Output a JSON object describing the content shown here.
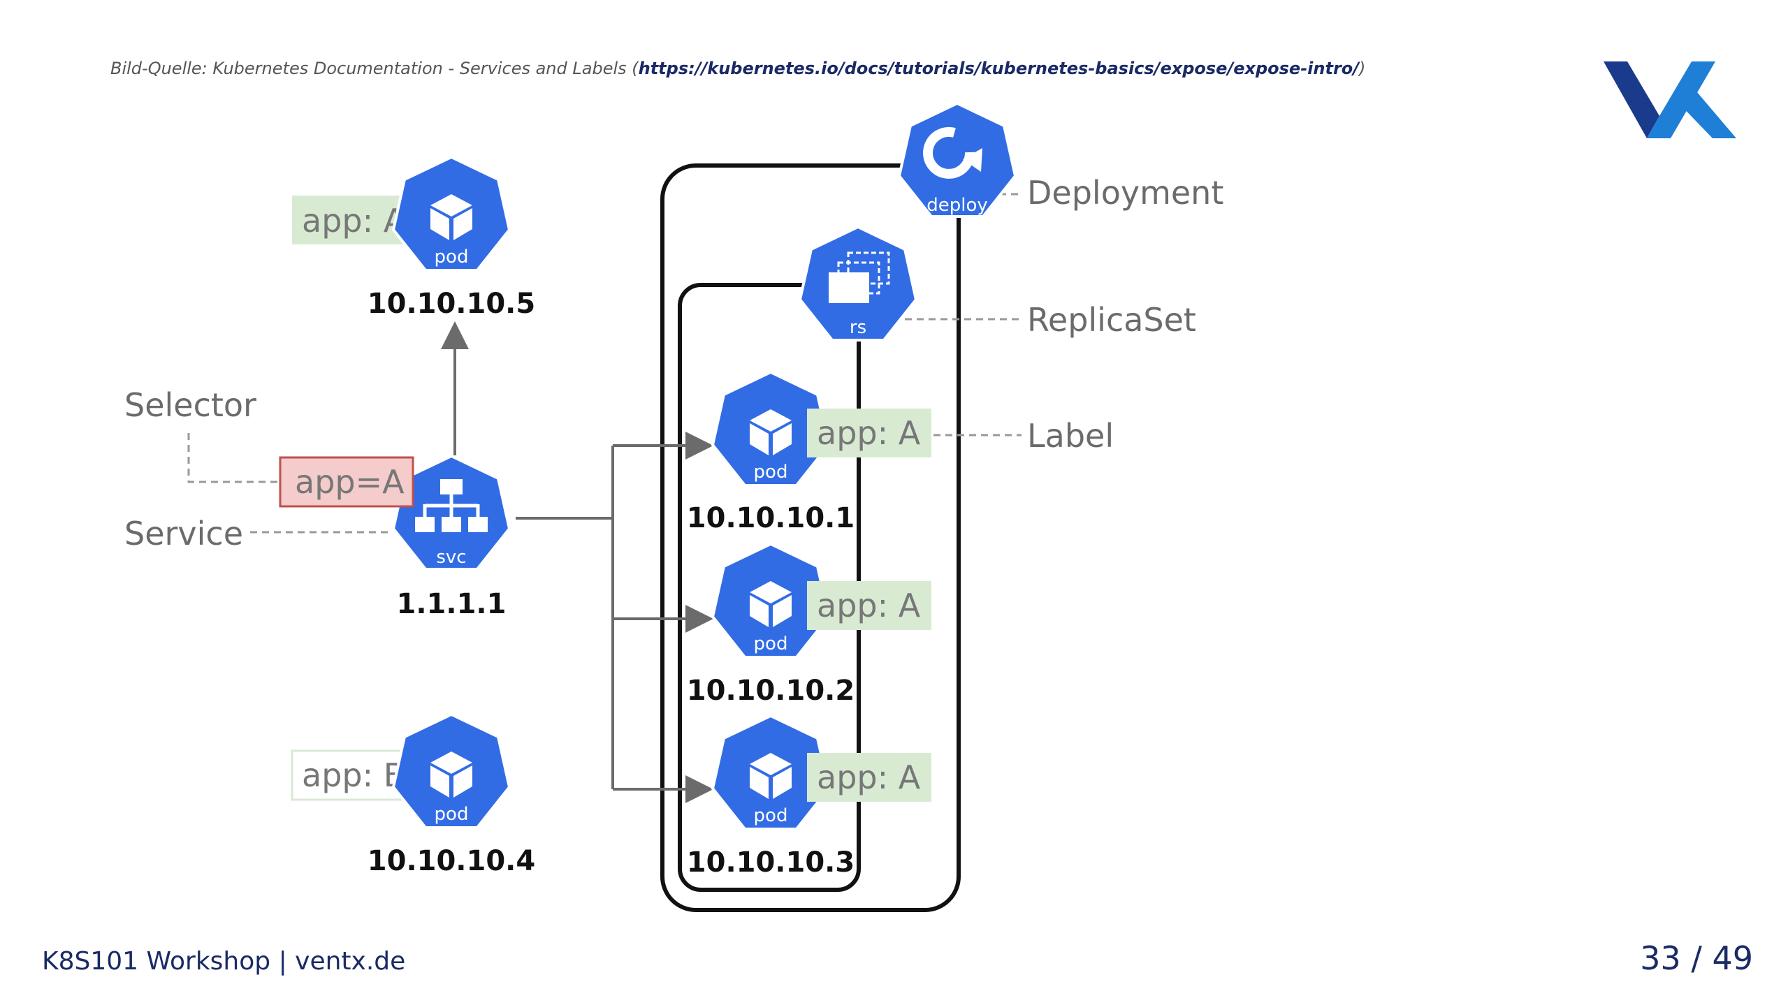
{
  "source": {
    "label": "Bild-Quelle: Kubernetes Documentation - Services and Labels (",
    "url": "https://kubernetes.io/docs/tutorials/kubernetes-basics/expose/expose-intro/",
    "closing": ")"
  },
  "footer": {
    "left": "K8S101 Workshop | ventx.de",
    "page": "33 / 49"
  },
  "colors": {
    "k8s_blue": "#326ce5",
    "label_green": "#d9ead3",
    "selector_red": "#f4cccc",
    "logo_dark": "#1a3a8c",
    "logo_light": "#1f7fd6"
  },
  "diagram": {
    "legend": {
      "deployment": "Deployment",
      "replicaset": "ReplicaSet",
      "label": "Label",
      "selector": "Selector",
      "service": "Service"
    },
    "service": {
      "icon": "svc-icon",
      "icon_label": "svc",
      "selector_text": "app=A",
      "ip": "1.1.1.1"
    },
    "deployment": {
      "icon": "deploy-icon",
      "icon_label": "deploy"
    },
    "replicaset": {
      "icon": "rs-icon",
      "icon_label": "rs"
    },
    "outside_pods": [
      {
        "icon_label": "pod",
        "label": "app: A",
        "ip": "10.10.10.5"
      },
      {
        "icon_label": "pod",
        "label": "app: B",
        "ip": "10.10.10.4"
      }
    ],
    "managed_pods": [
      {
        "icon_label": "pod",
        "label": "app: A",
        "ip": "10.10.10.1"
      },
      {
        "icon_label": "pod",
        "label": "app: A",
        "ip": "10.10.10.2"
      },
      {
        "icon_label": "pod",
        "label": "app: A",
        "ip": "10.10.10.3"
      }
    ]
  }
}
